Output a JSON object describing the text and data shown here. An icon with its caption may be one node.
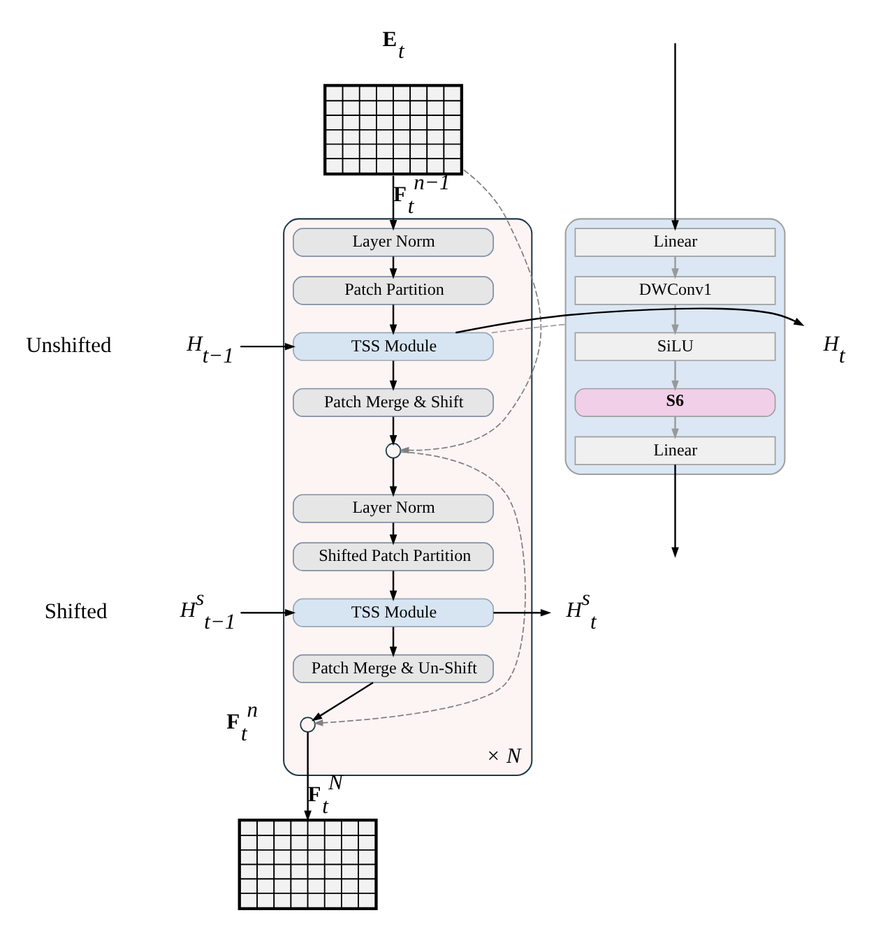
{
  "diagram": {
    "nodes": [
      {
        "text": [],
        "shape": "box",
        "beside": [
          "**E**$_{t}$"
        ]
      },
      {
        "text": [
          "× *N*"
        ]
      },
      {
        "text": [
          "Layer Norm"
        ],
        "in": 1
      },
      {
        "text": [
          "Patch Partition"
        ],
        "in": 1
      },
      {
        "text": [
          "TSS Module"
        ],
        "in": 1
      },
      {
        "text": [
          "Patch Merge & Shift"
        ],
        "in": 1
      },
      {
        "text": [],
        "shape": "circle",
        "in": 1
      },
      {
        "text": [
          "Layer Norm"
        ],
        "in": 1
      },
      {
        "text": [
          "Shifted Patch Partition"
        ],
        "in": 1
      },
      {
        "text": [
          "TSS Module"
        ],
        "in": 1
      },
      {
        "text": [
          "Patch Merge & Un-Shift"
        ],
        "in": 1
      },
      {
        "text": [],
        "shape": "circle",
        "in": 1
      },
      {
        "text": [],
        "shape": "box"
      },
      {
        "text": [
          "*H*$_{t−1}$"
        ]
      },
      {
        "text": [
          "*H*$_{t}$"
        ]
      },
      {
        "text": [
          "*H*$^{s}$$_{t−1}$"
        ]
      },
      {
        "text": [
          "*H*$^{s}$$_{t}$"
        ]
      },
      {
        "text": [],
        "shape": "box"
      },
      {
        "text": [
          "Linear"
        ],
        "in": 17
      },
      {
        "text": [
          "DWConv1"
        ],
        "in": 17
      },
      {
        "text": [
          "SiLU"
        ],
        "in": 17
      },
      {
        "text": [
          "**S6**"
        ],
        "in": 17
      },
      {
        "text": [
          "Linear"
        ],
        "in": 17
      }
    ],
    "edges": [
      {
        "from": 0,
        "to": 2,
        "arrow": "to",
        "label": "**F**$_{t}$$^{n−1}$"
      },
      {
        "from": 2,
        "to": 3,
        "arrow": "to"
      },
      {
        "from": 3,
        "to": 4,
        "arrow": "to"
      },
      {
        "from": 4,
        "to": 5,
        "arrow": "to"
      },
      {
        "from": 5,
        "to": 6,
        "arrow": "to"
      },
      {
        "from": 0,
        "to": 6,
        "arrow": "to",
        "style": "dashed",
        "color": "#808080"
      },
      {
        "from": 6,
        "to": 7,
        "arrow": "to"
      },
      {
        "from": 7,
        "to": 8,
        "arrow": "to"
      },
      {
        "from": 8,
        "to": 9,
        "arrow": "to"
      },
      {
        "from": 9,
        "to": 10,
        "arrow": "to"
      },
      {
        "from": 10,
        "to": 11,
        "arrow": "to"
      },
      {
        "from": 6,
        "to": 11,
        "arrow": "to",
        "style": "dashed",
        "color": "#808080"
      },
      {
        "from": 11,
        "to": 12,
        "arrow": "to",
        "label": "**F**$_{t}$$^{N}$"
      },
      {
        "from": 13,
        "to": 4,
        "arrow": "to"
      },
      {
        "from": 4,
        "to": 14,
        "arrow": "to"
      },
      {
        "from": 15,
        "to": 9,
        "arrow": "to"
      },
      {
        "from": 9,
        "to": 16,
        "arrow": "to"
      },
      {
        "from": 4,
        "to": 17,
        "arrow": "none",
        "style": "dashed",
        "color": "#a0a0a0"
      },
      {
        "from": null,
        "to": 18,
        "arrow": "to"
      },
      {
        "from": 18,
        "to": 19,
        "arrow": "to",
        "color": "#999999"
      },
      {
        "from": 19,
        "to": 20,
        "arrow": "to",
        "color": "#999999"
      },
      {
        "from": 20,
        "to": 21,
        "arrow": "to",
        "color": "#999999"
      },
      {
        "from": 21,
        "to": 22,
        "arrow": "to",
        "color": "#999999"
      },
      {
        "from": 22,
        "to": null,
        "arrow": "to"
      }
    ],
    "labels": [
      "Unshifted",
      "Shifted",
      "**F**$_{t}$$^{n}$"
    ]
  }
}
